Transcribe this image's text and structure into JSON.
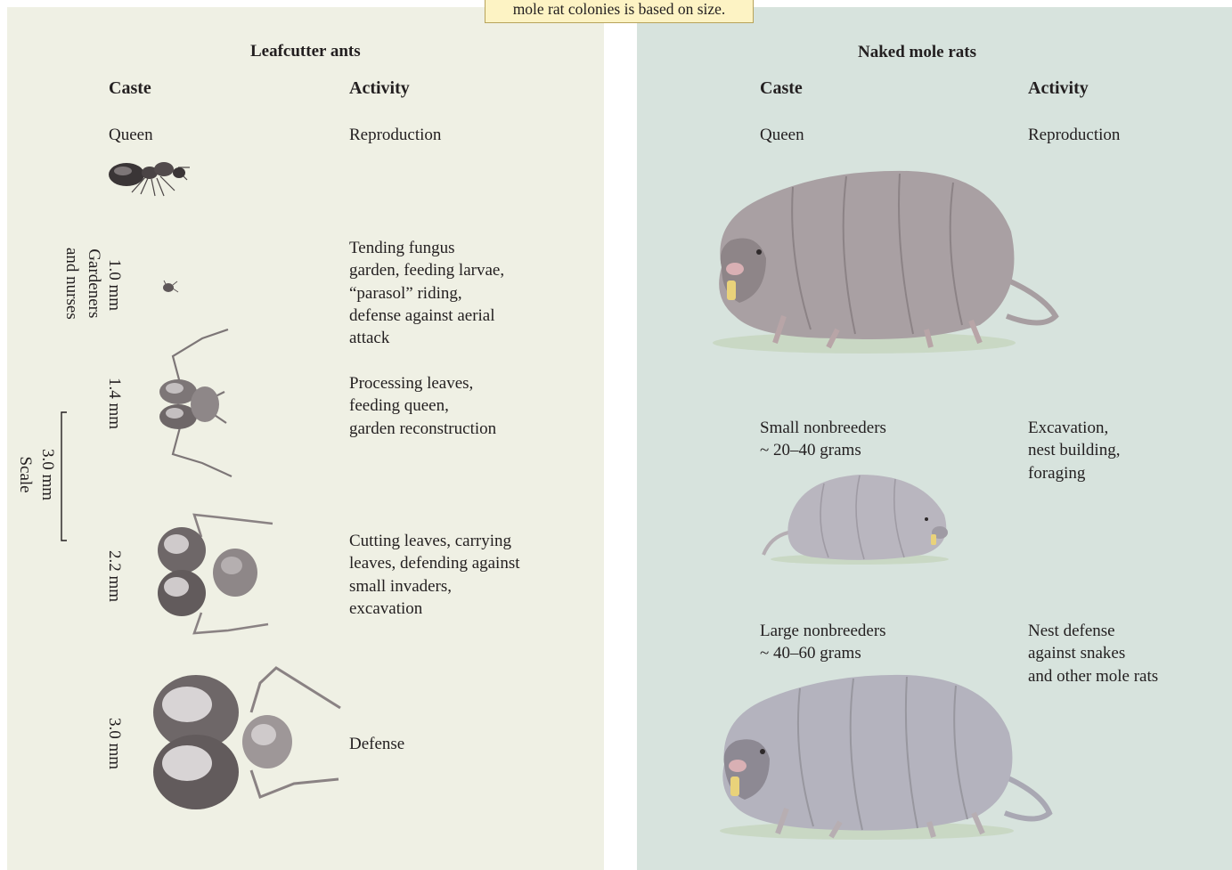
{
  "caption": "mole rat colonies is based on size.",
  "ants": {
    "title": "Leafcutter ants",
    "caste_header": "Caste",
    "activity_header": "Activity",
    "queen": {
      "caste": "Queen",
      "activity": "Reproduction"
    },
    "group_label": "Gardeners and nurses",
    "group_label_line1": "Gardeners",
    "group_label_line2": "and nurses",
    "workers": [
      {
        "size": "1.0 mm",
        "activity_lines": [
          "Tending fungus",
          "garden, feeding larvae,",
          "“parasol” riding,",
          "defense against aerial",
          "attack"
        ]
      },
      {
        "size": "1.4 mm",
        "activity_lines": [
          "Processing leaves,",
          "feeding queen,",
          "garden reconstruction"
        ]
      },
      {
        "size": "2.2 mm",
        "activity_lines": [
          "Cutting leaves, carrying",
          "leaves, defending against",
          "small invaders,",
          "excavation"
        ]
      },
      {
        "size": "3.0 mm",
        "activity_lines": [
          "Defense"
        ]
      }
    ],
    "scale": {
      "value": "3.0 mm",
      "label": "Scale"
    }
  },
  "mole_rats": {
    "title": "Naked mole rats",
    "caste_header": "Caste",
    "activity_header": "Activity",
    "queen": {
      "caste": "Queen",
      "activity": "Reproduction"
    },
    "small": {
      "caste_lines": [
        "Small nonbreeders",
        "~ 20–40 grams"
      ],
      "activity_lines": [
        "Excavation,",
        "nest building,",
        "foraging"
      ]
    },
    "large": {
      "caste_lines": [
        "Large nonbreeders",
        "~ 40–60 grams"
      ],
      "activity_lines": [
        "Nest defense",
        "against snakes",
        "and other mole rats"
      ]
    }
  },
  "colors": {
    "ant_panel_bg": "#eff0e4",
    "mole_panel_bg": "#d7e3dd",
    "caption_bg": "#fdf3c4",
    "mole_body": "#a9a0a3",
    "ant_body": "#6e6768"
  },
  "icons": [
    "queen-ant-icon",
    "worker-ant-icon",
    "naked-mole-rat-icon"
  ]
}
